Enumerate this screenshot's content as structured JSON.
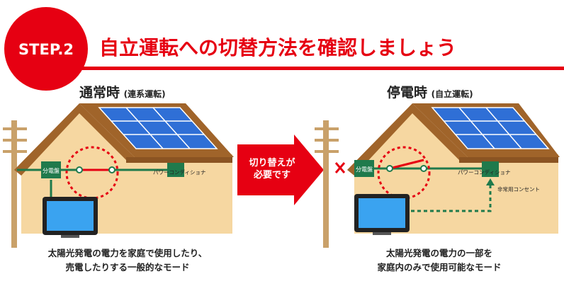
{
  "header": {
    "step_label": "STEP.2",
    "title": "自立運転への切替方法を確認しましょう"
  },
  "colors": {
    "accent_red": "#e60012",
    "roof_brown": "#a0642a",
    "wall_beige": "#f6d7a1",
    "solar_blue": "#2f6fd6",
    "wire_green": "#1f7a4c"
  },
  "left_scene": {
    "title_main": "通常時",
    "title_sub": "(連系運転)",
    "panel_label": "分電盤",
    "inverter_label": "パワーコンディショナ",
    "caption_line1": "太陽光発電の電力を家庭で使用したり、",
    "caption_line2": "売電したりする一般的なモード"
  },
  "arrow": {
    "line1": "切り替えが",
    "line2": "必要です"
  },
  "right_scene": {
    "title_main": "停電時",
    "title_sub": "(自立運転)",
    "panel_label": "分電盤",
    "inverter_label": "パワーコンディショナ",
    "outlet_label": "非常用コンセント",
    "caption_line1": "太陽光発電の電力の一部を",
    "caption_line2": "家庭内のみで使用可能なモード"
  }
}
